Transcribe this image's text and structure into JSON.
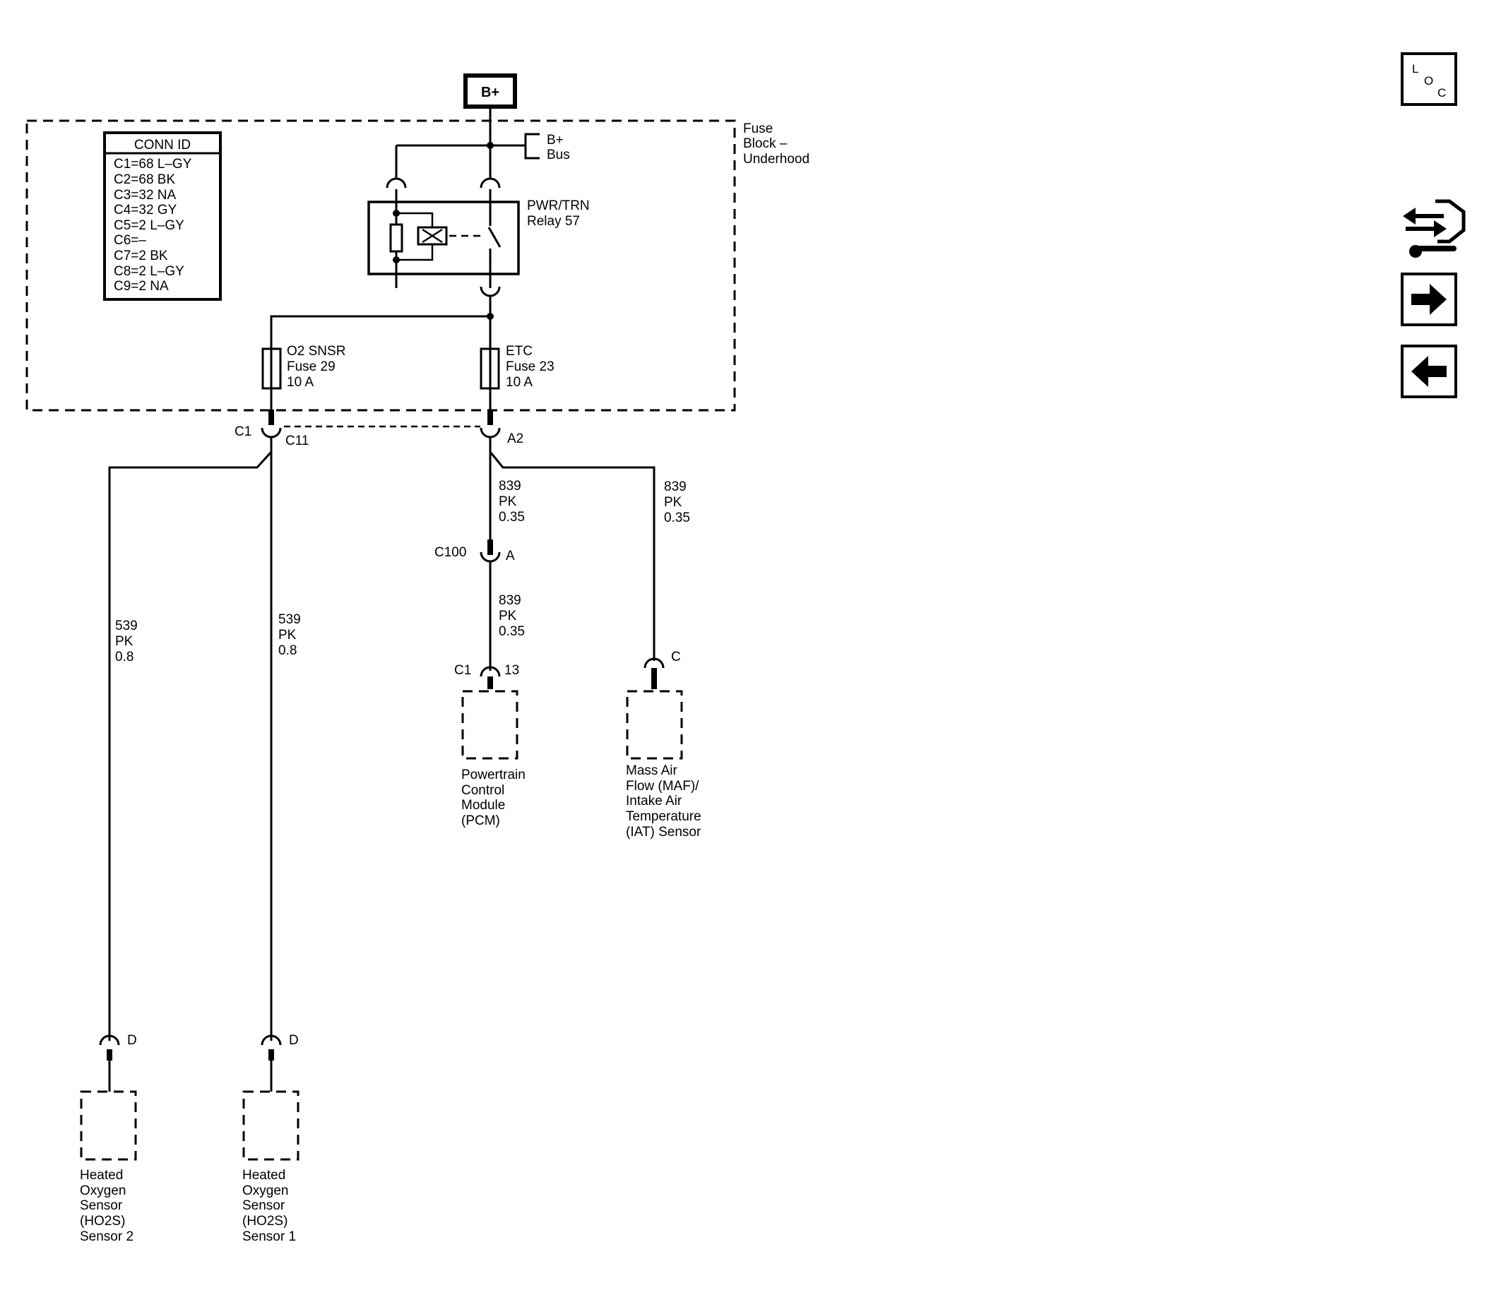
{
  "supply": {
    "label": "B+"
  },
  "fuse_block": {
    "label": [
      "Fuse",
      "Block –",
      "Underhood"
    ]
  },
  "bus": {
    "label": [
      "B+",
      "Bus"
    ]
  },
  "conn_id": {
    "title": "CONN ID",
    "rows": [
      "C1=68 L–GY",
      "C2=68 BK",
      "C3=32 NA",
      "C4=32 GY",
      "C5=2 L–GY",
      "C6=–",
      "C7=2 BK",
      "C8=2 L–GY",
      "C9=2 NA"
    ]
  },
  "relay": {
    "label": [
      "PWR/TRN",
      "Relay 57"
    ]
  },
  "fuses": {
    "o2": [
      "O2 SNSR",
      "Fuse 29",
      "10 A"
    ],
    "etc": [
      "ETC",
      "Fuse 23",
      "10 A"
    ]
  },
  "connectors": {
    "c1": "C1",
    "c11": "C11",
    "a2": "A2",
    "c100": "C100",
    "c100_pin": "A",
    "pcm_conn": "C1",
    "pcm_pin": "13",
    "maf_pin": "C",
    "ho2s2_pin": "D",
    "ho2s1_pin": "D"
  },
  "wires": {
    "w_539_left": [
      "539",
      "PK",
      "0.8"
    ],
    "w_539_right": [
      "539",
      "PK",
      "0.8"
    ],
    "w_839_upper": [
      "839",
      "PK",
      "0.35"
    ],
    "w_839_lower": [
      "839",
      "PK",
      "0.35"
    ],
    "w_839_maf": [
      "839",
      "PK",
      "0.35"
    ]
  },
  "components": {
    "pcm": [
      "Powertrain",
      "Control",
      "Module",
      "(PCM)"
    ],
    "maf": [
      "Mass Air",
      "Flow (MAF)/",
      "Intake Air",
      "Temperature",
      "(IAT) Sensor"
    ],
    "ho2s2": [
      "Heated",
      "Oxygen",
      "Sensor",
      "(HO2S)",
      "Sensor 2"
    ],
    "ho2s1": [
      "Heated",
      "Oxygen",
      "Sensor",
      "(HO2S)",
      "Sensor 1"
    ]
  },
  "nav": {
    "loc": {
      "glyphs": [
        "L",
        "O",
        "C"
      ],
      "icon": "location-icon"
    },
    "connector": {
      "icon": "connector-icon"
    },
    "next": {
      "icon": "arrow-right-icon"
    },
    "prev": {
      "icon": "arrow-left-icon"
    }
  }
}
